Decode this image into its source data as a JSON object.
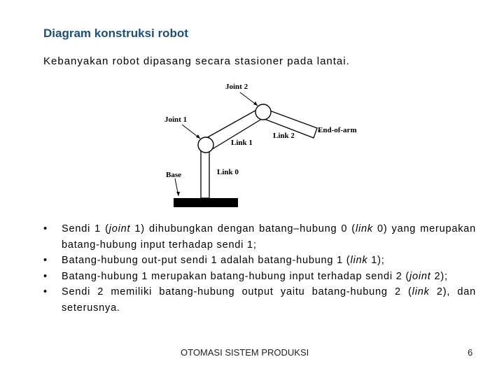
{
  "slide": {
    "title": "Diagram konstruksi robot",
    "subtitle": "Kebanyakan robot dipasang secara stasioner pada lantai.",
    "footer": "OTOMASI SISTEM PRODUKSI",
    "page_number": "6"
  },
  "diagram": {
    "labels": {
      "joint2": "Joint 2",
      "joint1": "Joint 1",
      "link2": "Link 2",
      "end_of_arm": "End-of-arm",
      "link1": "Link 1",
      "base": "Base",
      "link0": "Link 0"
    }
  },
  "bullets": [
    {
      "p1": "Sendi 1 (",
      "i1": "joint",
      "p2": " 1) dihubungkan dengan batang–hubung 0 (",
      "i2": "link",
      "p3": " 0) yang merupakan batang-hubung input terhadap sendi 1;"
    },
    {
      "p1": "Batang-hubung out-put sendi 1 adalah batang-hubung 1 (",
      "i1": "link",
      "p2": " 1);"
    },
    {
      "p1": "Batang-hubung 1 merupakan batang-hubung input terhadap sendi 2 (",
      "i1": "joint",
      "p2": " 2);"
    },
    {
      "p1": "Sendi 2 memiliki batang-hubung output yaitu batang-hubung 2 (",
      "i1": "link",
      "p2": " 2), dan seterusnya."
    }
  ]
}
